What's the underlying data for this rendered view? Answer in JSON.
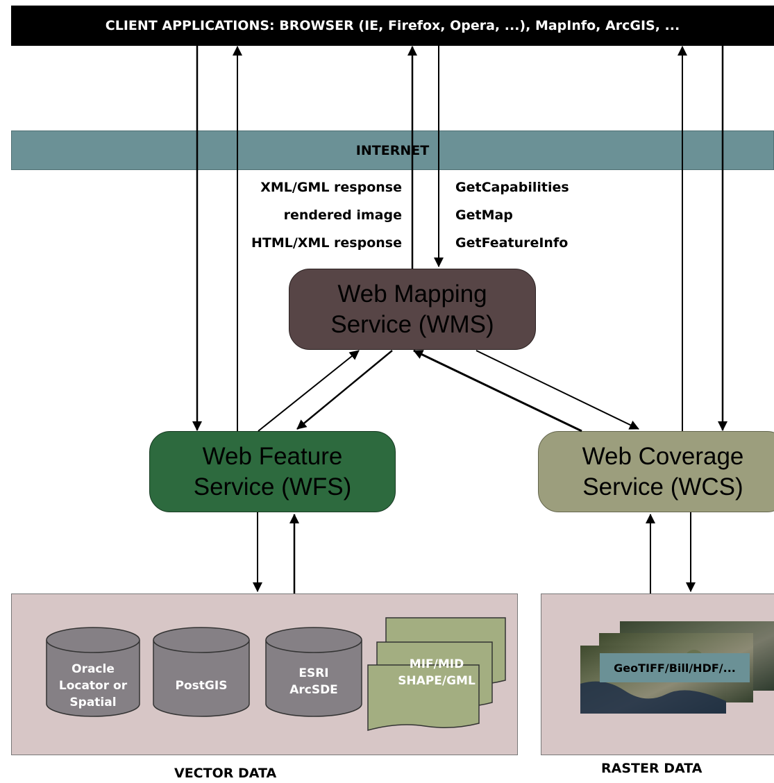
{
  "client_bar": "CLIENT APPLICATIONS: BROWSER (IE, Firefox, Opera, ...), MapInfo, ArcGIS, ...",
  "internet": "INTERNET",
  "responses": [
    "XML/GML response",
    "rendered image",
    "HTML/XML response"
  ],
  "requests": [
    "GetCapabilities",
    "GetMap",
    "GetFeatureInfo"
  ],
  "wms": {
    "line1": "Web Mapping",
    "line2": "Service (WMS)"
  },
  "wfs": {
    "line1": "Web Feature",
    "line2": "Service (WFS)"
  },
  "wcs": {
    "line1": "Web Coverage",
    "line2": "Service (WCS)"
  },
  "databases": [
    {
      "lines": [
        "Oracle",
        "Locator or",
        "Spatial"
      ]
    },
    {
      "lines": [
        "PostGIS"
      ]
    },
    {
      "lines": [
        "ESRI",
        "ArcSDE"
      ]
    }
  ],
  "files": {
    "lines": [
      "MIF/MID",
      "SHAPE/GML"
    ]
  },
  "raster_formats": "GeoTIFF/Bill/HDF/...",
  "vector_label": "VECTOR DATA",
  "raster_label": "RASTER DATA",
  "colors": {
    "client_bar": "#000000",
    "internet": "#6b9196",
    "wms": "#574546",
    "wfs": "#2d6a3e",
    "wcs": "#9c9e7d",
    "data_panel": "#d7c6c6",
    "database": "#858085",
    "files": "#a3ae81"
  }
}
